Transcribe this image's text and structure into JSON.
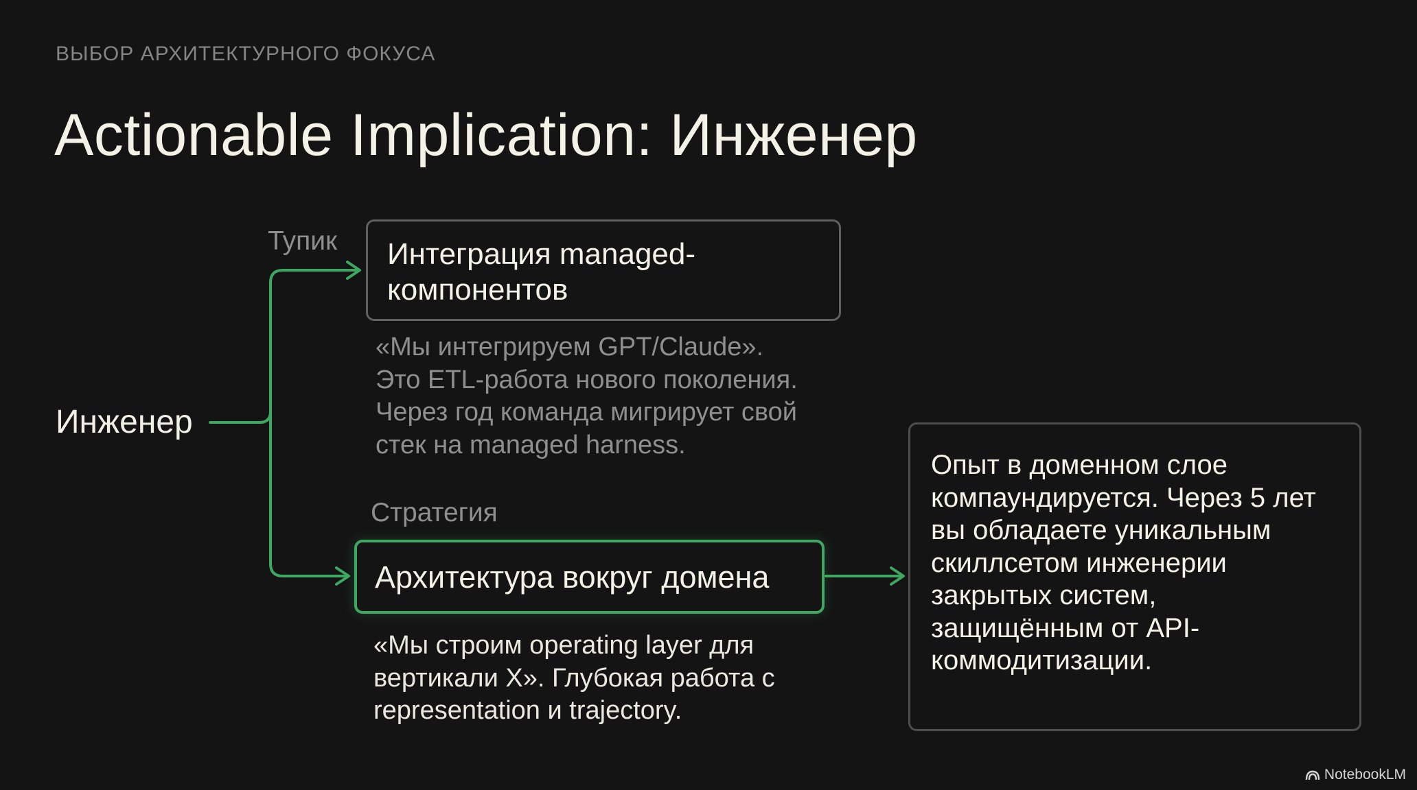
{
  "slide": {
    "eyebrow": "ВЫБОР АРХИТЕКТУРНОГО ФОКУСА",
    "title": "Actionable Implication: Инженер"
  },
  "diagram": {
    "root": "Инженер",
    "branches": [
      {
        "label": "Тупик",
        "box": "Интеграция managed-\nкомпонентов",
        "description": "«Мы интегрируем GPT/Claude».\nЭто ETL-работа нового поколения.\nЧерез год команда мигрирует свой\nстек на managed harness."
      },
      {
        "label": "Стратегия",
        "box": "Архитектура вокруг домена",
        "description": "«Мы строим operating layer для\nвертикали X». Глубокая работа с\nrepresentation и trajectory."
      }
    ],
    "outcome": "Опыт в доменном слое\nкомпаундируется. Через 5 лет\nвы обладаете уникальным\nскиллсетом инженерии\nзакрытых систем,\nзащищённым от API-\nкоммодитизации."
  },
  "colors": {
    "accent": "#3ea862",
    "background": "#141414",
    "muted_text": "#8e8e8e"
  },
  "branding": {
    "icon": "notebooklm-logo-icon",
    "name": "NotebookLM"
  }
}
